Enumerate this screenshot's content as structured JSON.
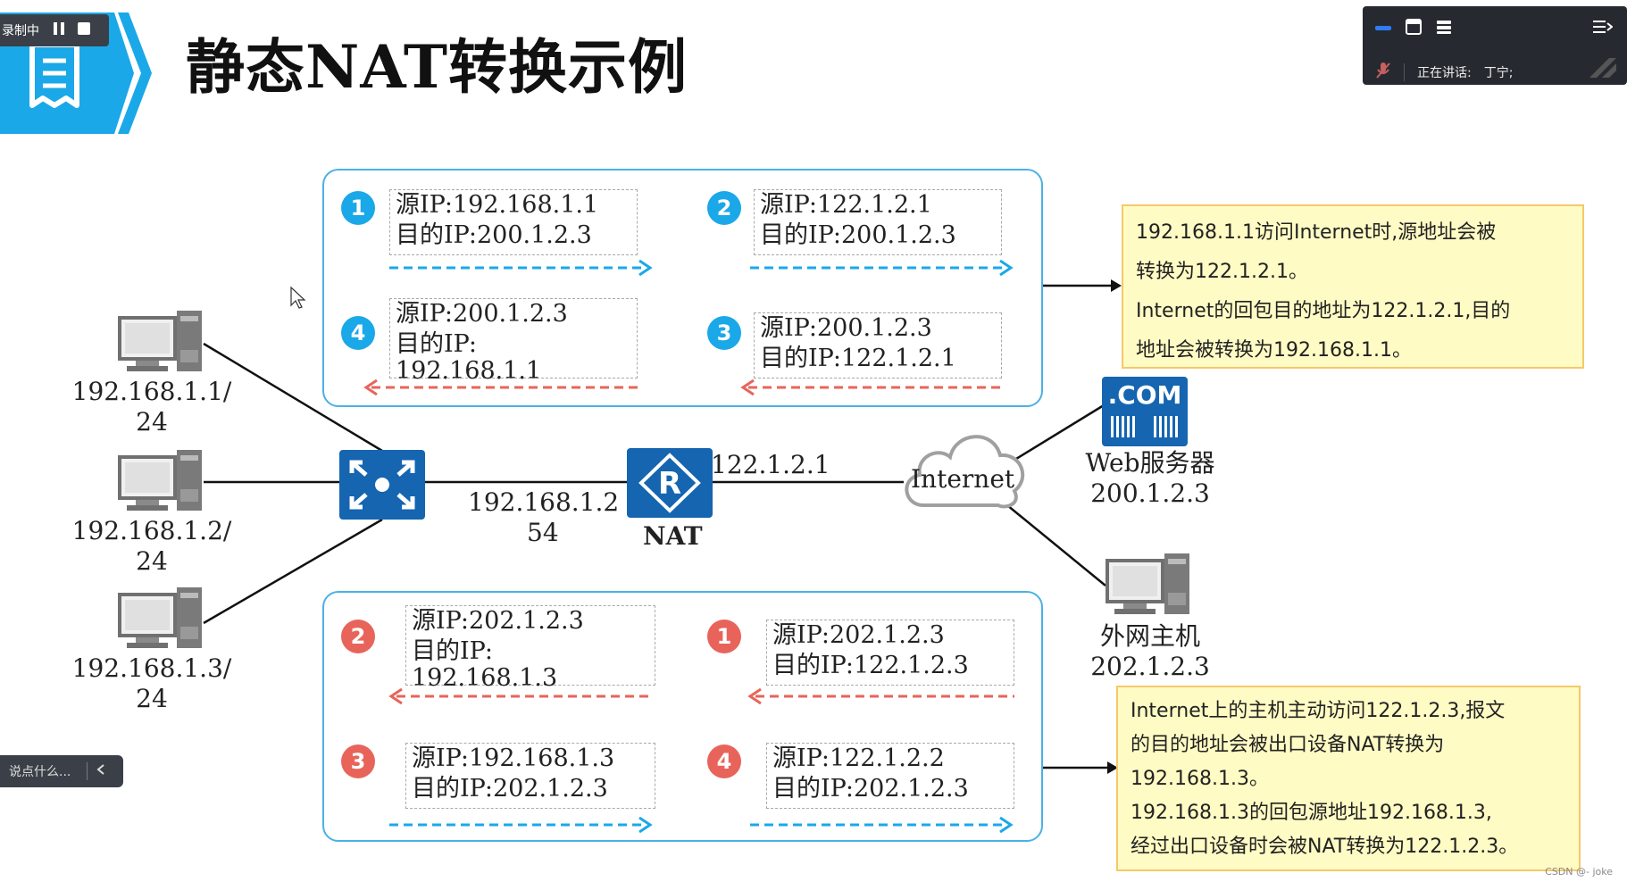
{
  "recording": {
    "status_label": "录制中"
  },
  "slide": {
    "title": "静态NAT转换示例"
  },
  "meeting": {
    "speaking_label": "正在讲话:",
    "speaker": "丁宁;"
  },
  "chat": {
    "placeholder": "说点什么..."
  },
  "hosts": [
    {
      "ip_line1": "192.168.1.1/",
      "ip_line2": "24"
    },
    {
      "ip_line1": "192.168.1.2/",
      "ip_line2": "24"
    },
    {
      "ip_line1": "192.168.1.3/",
      "ip_line2": "24"
    }
  ],
  "switch_ip": {
    "line1": "192.168.1.2",
    "line2": "54"
  },
  "nat": {
    "label": "NAT",
    "outside_ip": "122.1.2.1"
  },
  "internet": {
    "label": "Internet"
  },
  "web_server": {
    "badge": ".COM",
    "name": "Web服务器",
    "ip": "200.1.2.3"
  },
  "external_host": {
    "name": "外网主机",
    "ip": "202.1.2.3"
  },
  "top_packets": [
    {
      "num": "1",
      "src": "源IP:192.168.1.1",
      "dst": "目的IP:200.1.2.3"
    },
    {
      "num": "2",
      "src": "源IP:122.1.2.1",
      "dst": "目的IP:200.1.2.3"
    },
    {
      "num": "3",
      "src": "源IP:200.1.2.3",
      "dst": "目的IP:122.1.2.1"
    },
    {
      "num": "4",
      "src": "源IP:200.1.2.3",
      "dst": "目的IP:",
      "dst2": "192.168.1.1"
    }
  ],
  "bottom_packets": [
    {
      "num": "1",
      "src": "源IP:202.1.2.3",
      "dst": "目的IP:122.1.2.3"
    },
    {
      "num": "2",
      "src": "源IP:202.1.2.3",
      "dst": "目的IP:",
      "dst2": "192.168.1.3"
    },
    {
      "num": "3",
      "src": "源IP:192.168.1.3",
      "dst": "目的IP:202.1.2.3"
    },
    {
      "num": "4",
      "src": "源IP:122.1.2.2",
      "dst": "目的IP:202.1.2.3"
    }
  ],
  "note_top": [
    "192.168.1.1访问Internet时,源地址会被",
    "转换为122.1.2.1。",
    "Internet的回包目的地址为122.1.2.1,目的",
    "地址会被转换为192.168.1.1。"
  ],
  "note_bottom": [
    "Internet上的主机主动访问122.1.2.3,报文",
    "的目的地址会被出口设备NAT转换为",
    "192.168.1.3。",
    "192.168.1.3的回包源地址192.168.1.3,",
    "经过出口设备时会被NAT转换为122.1.2.3。"
  ],
  "watermark": "CSDN @- joke",
  "colors": {
    "blue_accent": "#1aa8e8",
    "red_accent": "#e8645a",
    "box_border": "#4bb1e6",
    "device_blue": "#1565b0",
    "note_bg": "#fffbc4"
  }
}
